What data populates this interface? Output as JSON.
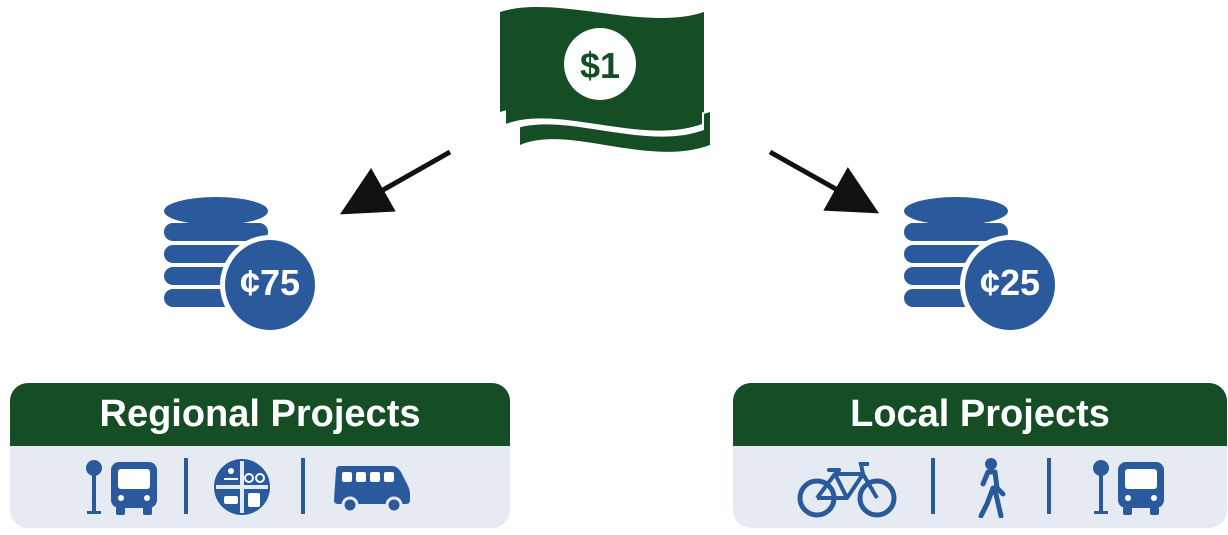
{
  "source": {
    "amount_label": "$1"
  },
  "regional": {
    "coin_label": "¢75",
    "title": "Regional Projects",
    "icons": [
      "bus-stop-icon",
      "bus-icon",
      "multimodal-icon",
      "van-icon"
    ]
  },
  "local": {
    "coin_label": "¢25",
    "title": "Local Projects",
    "icons": [
      "bicycle-icon",
      "pedestrian-icon",
      "bus-stop-icon",
      "bus-icon"
    ]
  },
  "colors": {
    "green": "#154d25",
    "blue": "#2a5a9b",
    "panel": "#e6ebf3",
    "arrow": "#111111"
  }
}
